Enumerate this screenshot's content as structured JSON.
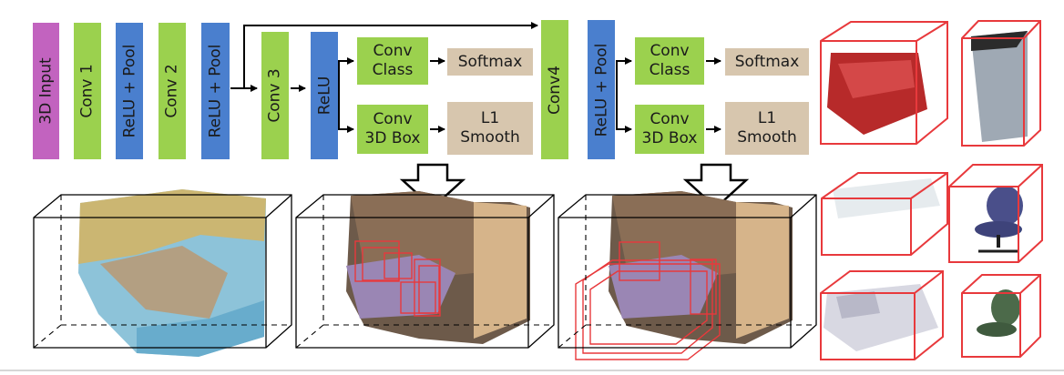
{
  "network": {
    "input": "3D Input",
    "conv1": "Conv 1",
    "relu_pool_1": "ReLU + Pool",
    "conv2": "Conv 2",
    "relu_pool_2": "ReLU + Pool",
    "conv3": "Conv 3",
    "relu": "ReLU",
    "conv4": "Conv4",
    "relu_pool_3": "ReLU + Pool"
  },
  "head1": {
    "conv_class": [
      "Conv",
      "Class"
    ],
    "softmax": "Softmax",
    "conv_box": [
      "Conv",
      "3D Box"
    ],
    "l1": [
      "L1",
      "Smooth"
    ]
  },
  "head2": {
    "conv_class": [
      "Conv",
      "Class"
    ],
    "softmax": "Softmax",
    "conv_box": [
      "Conv",
      "3D Box"
    ],
    "l1": [
      "L1",
      "Smooth"
    ]
  },
  "colors": {
    "conv": "#9bd14e",
    "relu": "#4a7fce",
    "input": "#c263bf",
    "loss": "#d7c6ae",
    "box_outline": "#e8393c"
  }
}
